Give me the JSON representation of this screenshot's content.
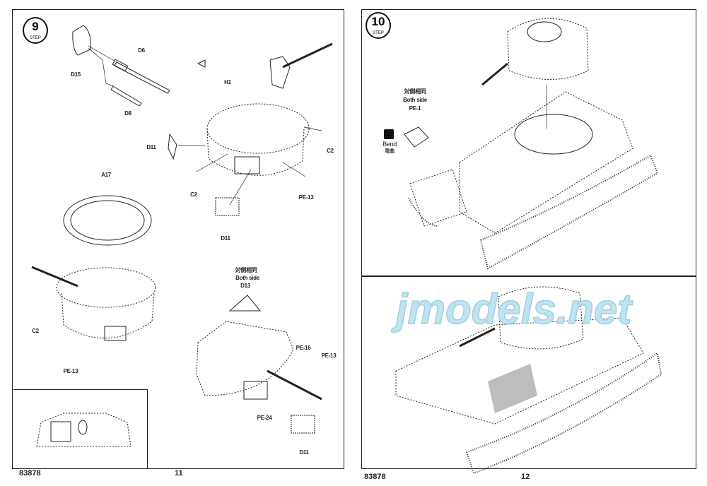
{
  "left_page": {
    "step": {
      "number": "9",
      "label": "STEP"
    },
    "labels": {
      "d15": "D15",
      "d6": "D6",
      "d8": "D8",
      "h1": "H1",
      "d11_a": "D11",
      "c2_a": "C2",
      "d11_b": "D11",
      "pe13_a": "PE-13",
      "c2_b": "C2",
      "a17": "A17",
      "c2_c": "C2",
      "pe13_b": "PE-13",
      "both_side_cn": "対側相同",
      "both_side": "Both side",
      "d13": "D13",
      "pe16": "PE-16",
      "pe13_c": "PE-13",
      "pe24": "PE-24",
      "d11_c": "D11"
    },
    "footer": {
      "code": "83878",
      "page": "11"
    }
  },
  "right_page": {
    "step": {
      "number": "10",
      "label": "STEP"
    },
    "labels": {
      "both_side_cn": "対側相同",
      "both_side": "Both side",
      "pe1": "PE-1",
      "bend": "Bend",
      "bend_cn": "弯曲"
    },
    "footer": {
      "code": "83878",
      "page": "12"
    }
  },
  "watermark": "jmodels.net",
  "colors": {
    "line": "#222222",
    "watermark": "#bfe3ef",
    "panel_fill": "#bdbdbd"
  }
}
